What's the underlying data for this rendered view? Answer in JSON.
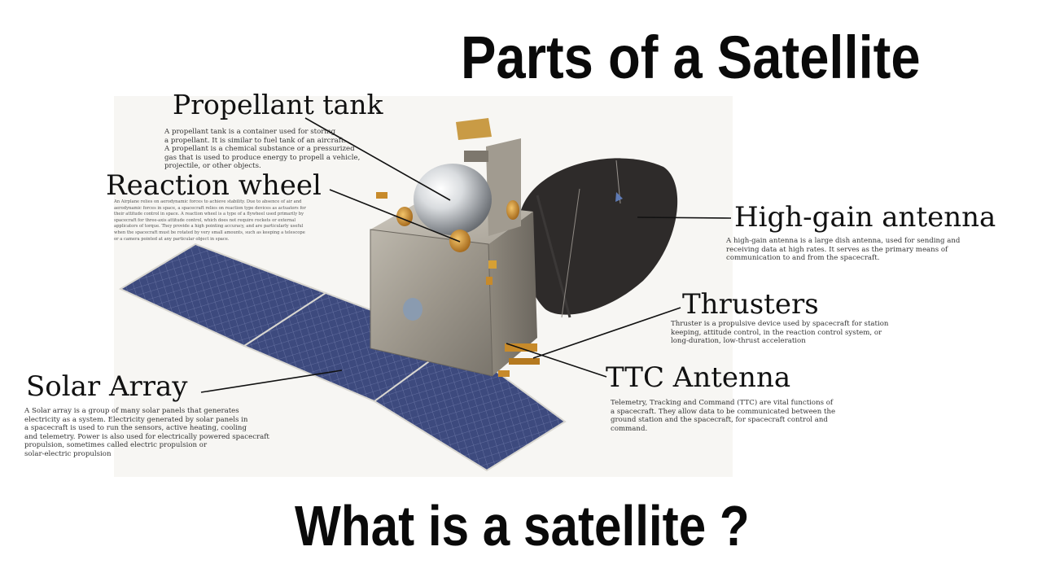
{
  "header": {
    "title": "Parts of a Satellite"
  },
  "footer": {
    "subtitle": "What is a satellite ?"
  },
  "parts": {
    "propellant_tank": {
      "label": "Propellant tank",
      "description": "A propellant tank is a container used for storing\na propellant. It is similar to fuel tank of an aircraft.\nA propellant is a chemical substance or a  pressurized\ngas that is used to produce energy to propell a vehicle,\nprojectile, or other objects."
    },
    "reaction_wheel": {
      "label": "Reaction wheel",
      "description": "An Airplane relies on aerodynamic forces to achieve stability. Due to absence of air and\naerodynamic forces in space, a spacecraft relies on reaction type devices as actuators for\ntheir attitude control in space. A reaction wheel is a type of a flywheel used primarily by\nspacecraft for three-axis attitude control, which does not require rockets or external\napplicators of torque. They provide a high pointing accuracy, and are particularly useful\nwhen the spacecraft must be rotated by very small amounts, such as keeping a telescope\nor a camera pointed at any particular object in space."
    },
    "high_gain_antenna": {
      "label": "High-gain antenna",
      "description": "A high-gain antenna is a large dish antenna, used for sending and\nreceiving data at high rates. It serves as the primary means of\ncommunication to and from the spacecraft."
    },
    "thrusters": {
      "label": "Thrusters",
      "description": "Thruster is a propulsive device used by spacecraft for station\nkeeping, attitude control, in the reaction control system, or\nlong-duration, low-thrust acceleration"
    },
    "ttc_antenna": {
      "label": "TTC Antenna",
      "description": "Telemetry, Tracking and Command (TTC) are vital functions of\na spacecraft. They allow data to be communicated between the\nground station and the spacecraft, for spacecraft control and\ncommand."
    },
    "solar_array": {
      "label": "Solar Array",
      "description": "A Solar array is a group of many solar panels that generates\nelectricity as a system. Electricity generated by solar panels in\na spacecraft is used to run the sensors, active heating, cooling\nand telemetry. Power is also used for electrically powered spacecraft\npropulsion, sometimes called electric propulsion or\nsolar-electric propulsion"
    }
  },
  "colors": {
    "panel_blue": "#3d4a7e",
    "dish": "#2e2b2a",
    "body_gray": "#a39d93",
    "gold": "#c78a2a",
    "tank_silver": "#cfd2d6"
  }
}
